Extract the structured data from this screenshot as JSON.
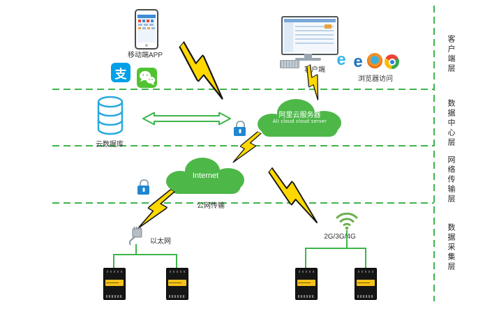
{
  "client_layer": {
    "mobile_app_label": "移动端APP",
    "alipay_glyph": "支",
    "client_label": "客户端",
    "browser_access_label": "浏览器访问",
    "ie_glyph": "e",
    "edge_glyph": "e"
  },
  "data_center_layer": {
    "cloud_db_label": "云数据库",
    "ali_cloud_label_cn": "阿里云服务器",
    "ali_cloud_label_en": "Ali cloud  cloud server"
  },
  "network_layer": {
    "internet_label": "Internet",
    "public_net_label": "公网传输"
  },
  "collection_layer": {
    "ethernet_label": "以太网",
    "cellular_label": "2G/3G/4G"
  },
  "layer_labels": [
    "客户端层",
    "数据中心层",
    "网络传输层",
    "数据采集层"
  ],
  "colors": {
    "diagram_green": "#3cb54a",
    "cloud_green": "#4db848",
    "bolt_yellow": "#ffd800",
    "database_blue": "#29a8e0",
    "lock_blue": "#1f86d1",
    "alipay_blue": "#00a0e9",
    "wechat_green": "#51c332"
  }
}
